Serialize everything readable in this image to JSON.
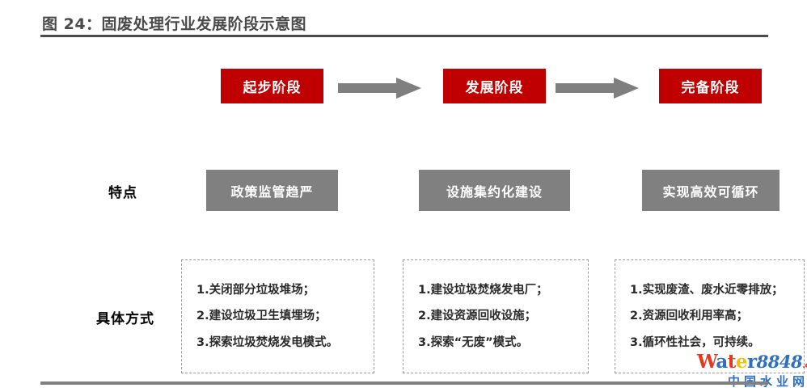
{
  "header": {
    "title": "图 24：固废处理行业发展阶段示意图"
  },
  "row_labels": {
    "features": "特点",
    "methods": "具体方式"
  },
  "colors": {
    "stage_red": "#C00000",
    "feature_gray": "#808080",
    "arrow_gray": "#7F7F7F",
    "rule_dark": "#4A4A4A",
    "rule_bottom": "#808080",
    "dashed_border": "#9A9A9A",
    "text_dark": "#2A2A2A"
  },
  "stages": [
    {
      "name": "起步阶段",
      "feature": "政策监管趋严",
      "methods": [
        "1.关闭部分垃圾堆场；",
        "2.建设垃圾卫生填埋场；",
        "3.探索垃圾焚烧发电模式。"
      ]
    },
    {
      "name": "发展阶段",
      "feature": "设施集约化建设",
      "methods": [
        "1.建设垃圾焚烧发电厂；",
        "2.建设资源回收设施；",
        "3.探索“无废”模式。"
      ]
    },
    {
      "name": "完备阶段",
      "feature": "实现高效可循环",
      "methods": [
        "1.实现废渣、废水近零排放；",
        "2.资源回收利用率高；",
        "3.循环性社会，可持续。"
      ]
    }
  ],
  "arrows": [
    {
      "label": "arrow-stage-1-to-2"
    },
    {
      "label": "arrow-stage-2-to-3"
    }
  ],
  "watermark": {
    "letters": [
      {
        "ch": "W",
        "color": "#E03A1F"
      },
      {
        "ch": "a",
        "color": "#2F6FC0"
      },
      {
        "ch": "t",
        "color": "#E03A1F"
      },
      {
        "ch": "e",
        "color": "#F2C10A"
      },
      {
        "ch": "r",
        "color": "#2F6FC0"
      }
    ],
    "number": "8848",
    "number_color": "#2F6FC0",
    "tld": ".com",
    "tld_color": "#E03A1F",
    "subtitle": "中国水业网"
  }
}
